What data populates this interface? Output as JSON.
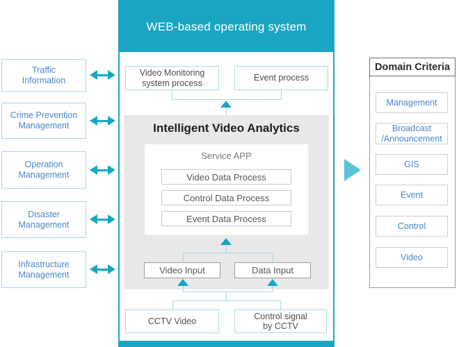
{
  "colors": {
    "teal": "#1aa6c3",
    "light_teal": "#5ac4d9",
    "light_blue_line": "#a9d6e4",
    "blue_text": "#4a86c6",
    "gray_panel": "#e9e9e9"
  },
  "header": {
    "title": "WEB-based operating system"
  },
  "left_panel": {
    "items": [
      {
        "lines": [
          "Traffic",
          "Information"
        ]
      },
      {
        "lines": [
          "Crime Prevention",
          "Management"
        ]
      },
      {
        "lines": [
          "Operation",
          "Management"
        ]
      },
      {
        "lines": [
          "Disaster",
          "Management"
        ]
      },
      {
        "lines": [
          "Infrastructure",
          "Management"
        ]
      }
    ]
  },
  "center": {
    "top_boxes": [
      {
        "lines": [
          "Video Monitoring",
          "system process"
        ]
      },
      {
        "lines": [
          "Event process"
        ]
      }
    ],
    "analytics": {
      "title": "Intelligent Video Analytics",
      "service_app_label": "Service APP",
      "processes": [
        "Video Data Process",
        "Control Data Process",
        "Event Data Process"
      ]
    },
    "inputs": [
      "Video Input",
      "Data Input"
    ],
    "sources": [
      {
        "lines": [
          "CCTV Video"
        ]
      },
      {
        "lines": [
          "Control signal",
          "by CCTV"
        ]
      }
    ]
  },
  "right_panel": {
    "title": "Domain Criteria",
    "items": [
      {
        "lines": [
          "Management"
        ]
      },
      {
        "lines": [
          "Broadcast",
          "/Announcement"
        ]
      },
      {
        "lines": [
          "GIS"
        ]
      },
      {
        "lines": [
          "Event"
        ]
      },
      {
        "lines": [
          "Control"
        ]
      },
      {
        "lines": [
          "Video"
        ]
      }
    ]
  }
}
